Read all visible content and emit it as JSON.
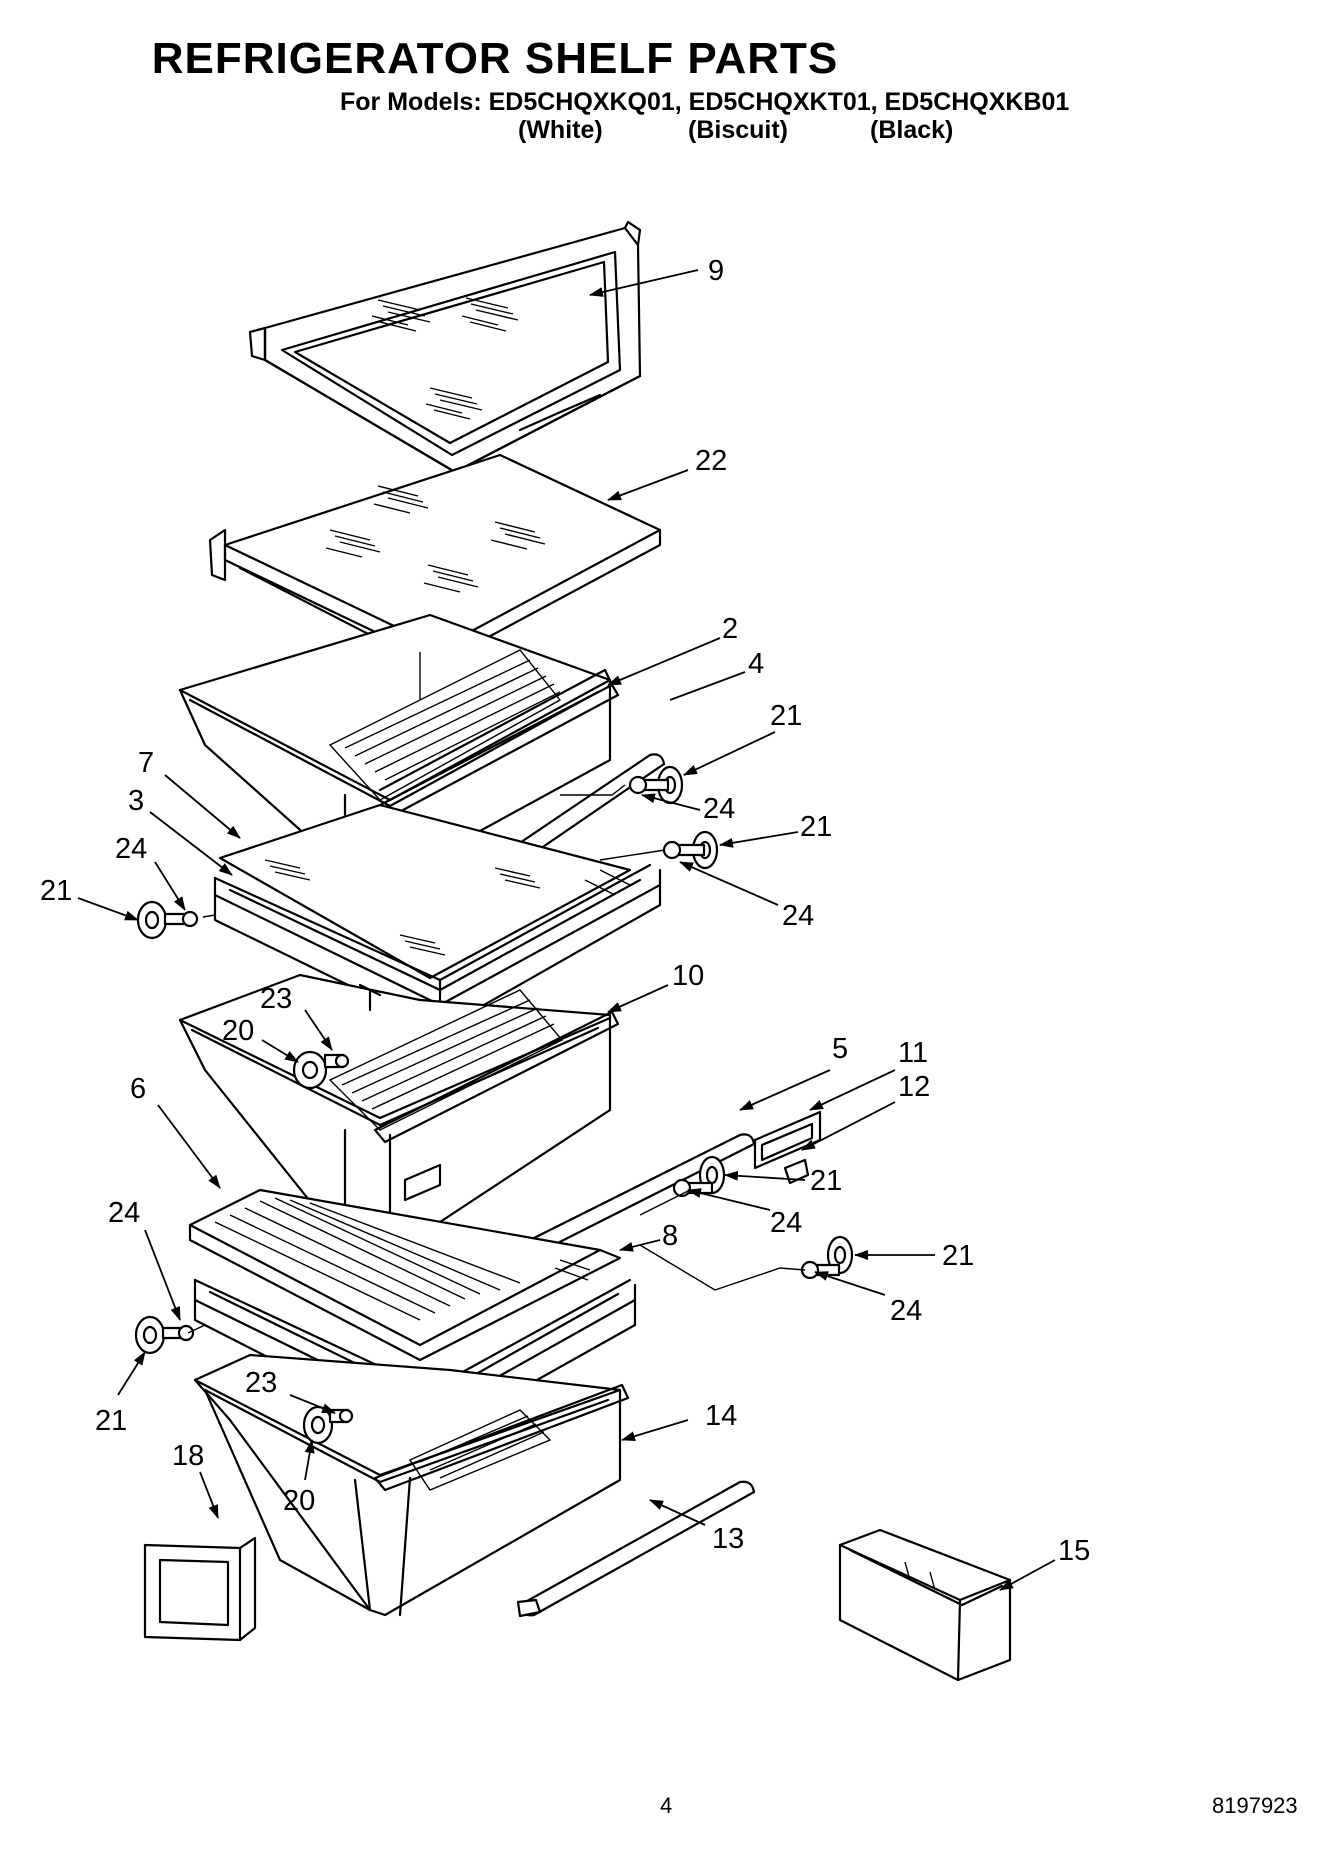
{
  "title": "REFRIGERATOR SHELF PARTS",
  "models_line": "For Models: ED5CHQXKQ01, ED5CHQXKT01, ED5CHQXKB01",
  "colors": [
    "(White)",
    "(Biscuit)",
    "(Black)"
  ],
  "page_number": "4",
  "doc_number": "8197923",
  "callouts": {
    "c9": "9",
    "c22": "22",
    "c2": "2",
    "c4": "4",
    "c21a": "21",
    "c24a": "24",
    "c21b": "21",
    "c24b": "24",
    "c7": "7",
    "c3": "3",
    "c24c": "24",
    "c21c": "21",
    "c10": "10",
    "c23a": "23",
    "c20a": "20",
    "c5": "5",
    "c11": "11",
    "c12": "12",
    "c6": "6",
    "c21d": "21",
    "c24d": "24",
    "c8": "8",
    "c21e": "21",
    "c24e": "24",
    "c24f": "24",
    "c21f": "21",
    "c23b": "23",
    "c20b": "20",
    "c14": "14",
    "c18": "18",
    "c13": "13",
    "c15": "15"
  }
}
